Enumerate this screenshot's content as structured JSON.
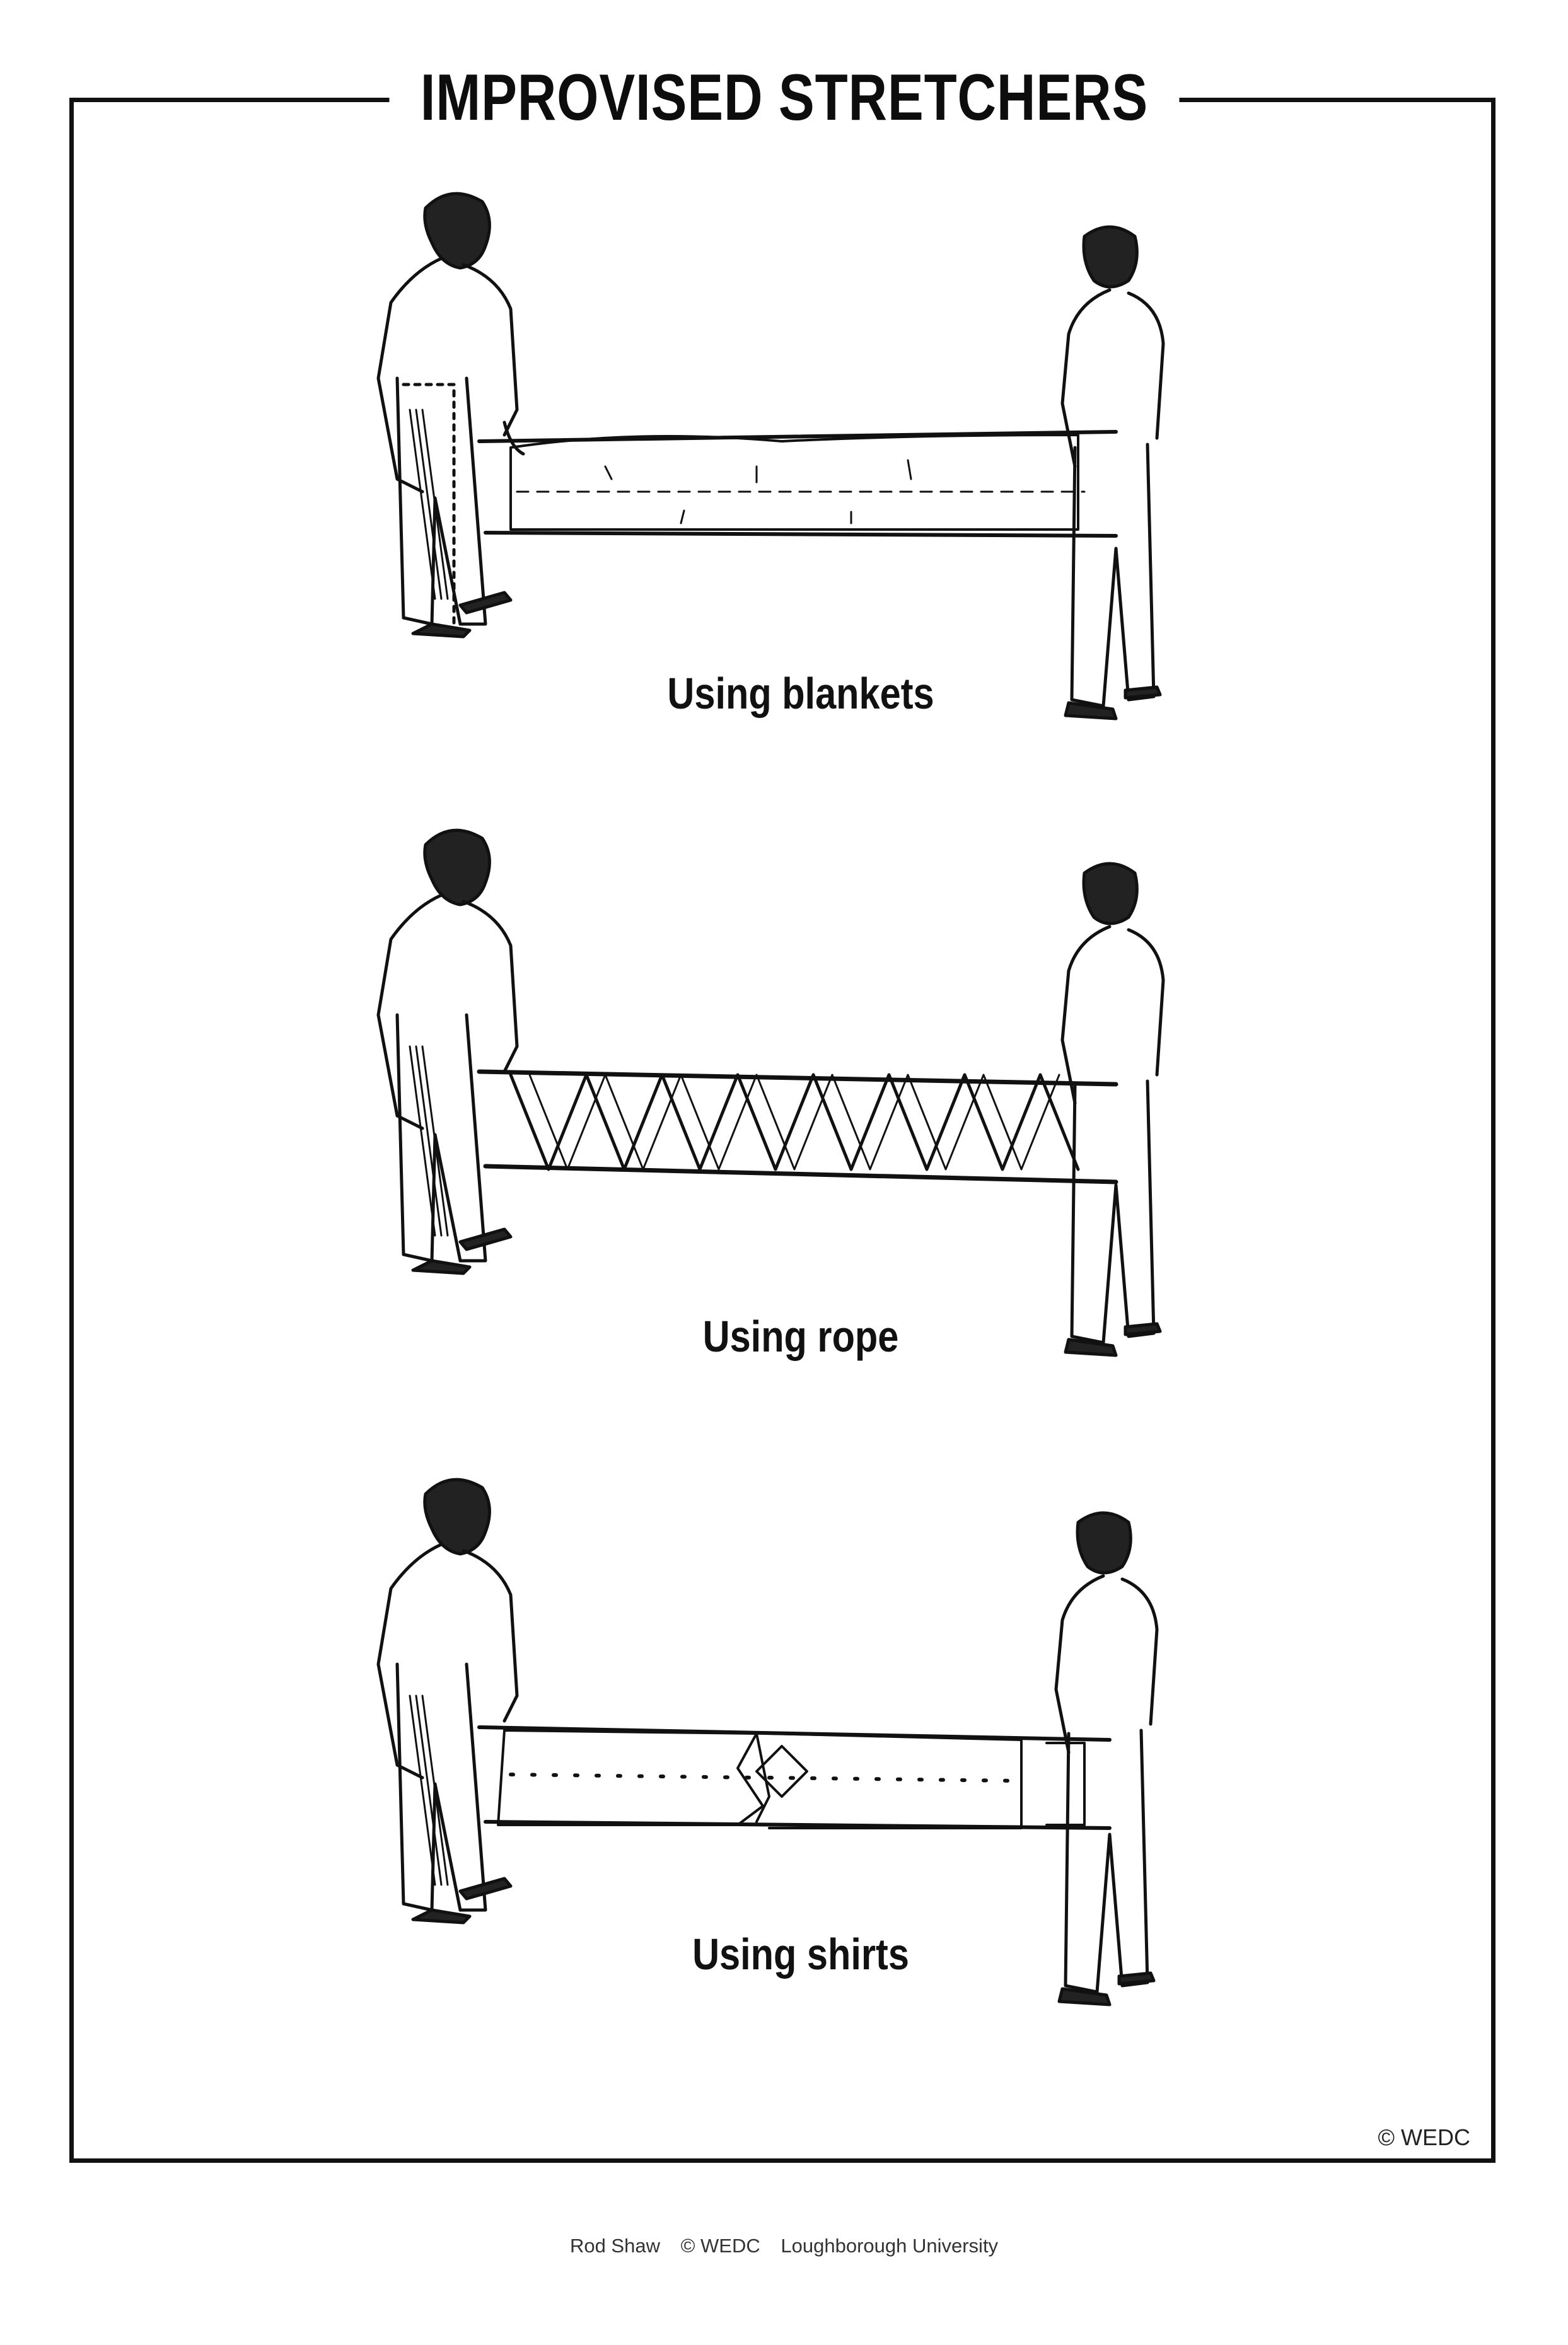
{
  "title": "IMPROVISED STRETCHERS",
  "panels": [
    {
      "caption": "Using blankets",
      "type": "blanket"
    },
    {
      "caption": "Using rope",
      "type": "rope"
    },
    {
      "caption": "Using shirts",
      "type": "shirts"
    }
  ],
  "copyright_inner": "© WEDC",
  "footer": {
    "author": "Rod Shaw",
    "copyright": "© WEDC",
    "institution": "Loughborough University"
  }
}
